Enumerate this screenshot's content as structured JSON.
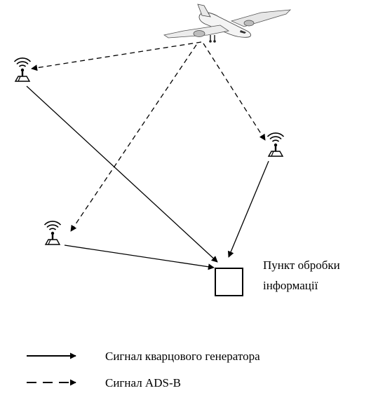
{
  "diagram": {
    "processing_point_label_line1": "Пункт обробки",
    "processing_point_label_line2": "інформації",
    "aircraft_icon": "airplane-icon",
    "ground_station_icon": "radio-antenna-icon",
    "processing_point_icon": "square-box-icon"
  },
  "legend": {
    "solid_label": "Сигнал кварцового генератора",
    "dashed_label": "Сигнал ADS-B"
  },
  "colors": {
    "stroke": "#000000",
    "aircraft_body": "#f4f4f4",
    "aircraft_shadow": "#9a9a9a"
  }
}
